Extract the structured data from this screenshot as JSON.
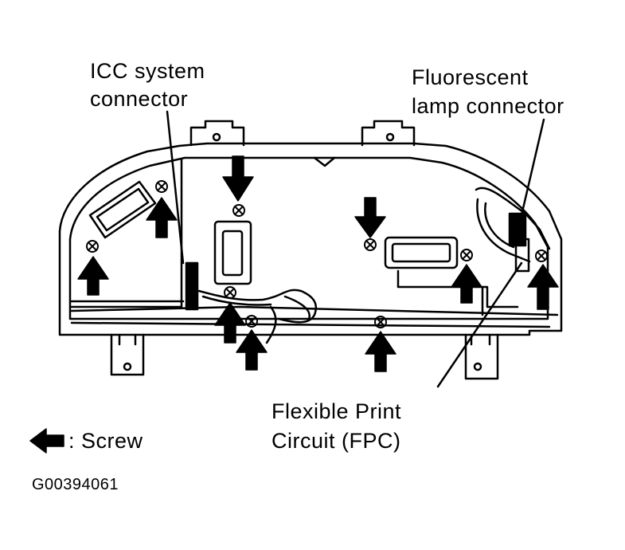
{
  "labels": {
    "icc_line1": "ICC system",
    "icc_line2": "connector",
    "fluor_line1": "Fluorescent",
    "fluor_line2": "lamp connector",
    "fpc_line1": "Flexible Print",
    "fpc_line2": "Circuit (FPC)"
  },
  "legend": {
    "icon": "arrow-left-icon",
    "text": ": Screw"
  },
  "figure_code": "G00394061",
  "colors": {
    "ink": "#000000",
    "paper": "#ffffff"
  }
}
